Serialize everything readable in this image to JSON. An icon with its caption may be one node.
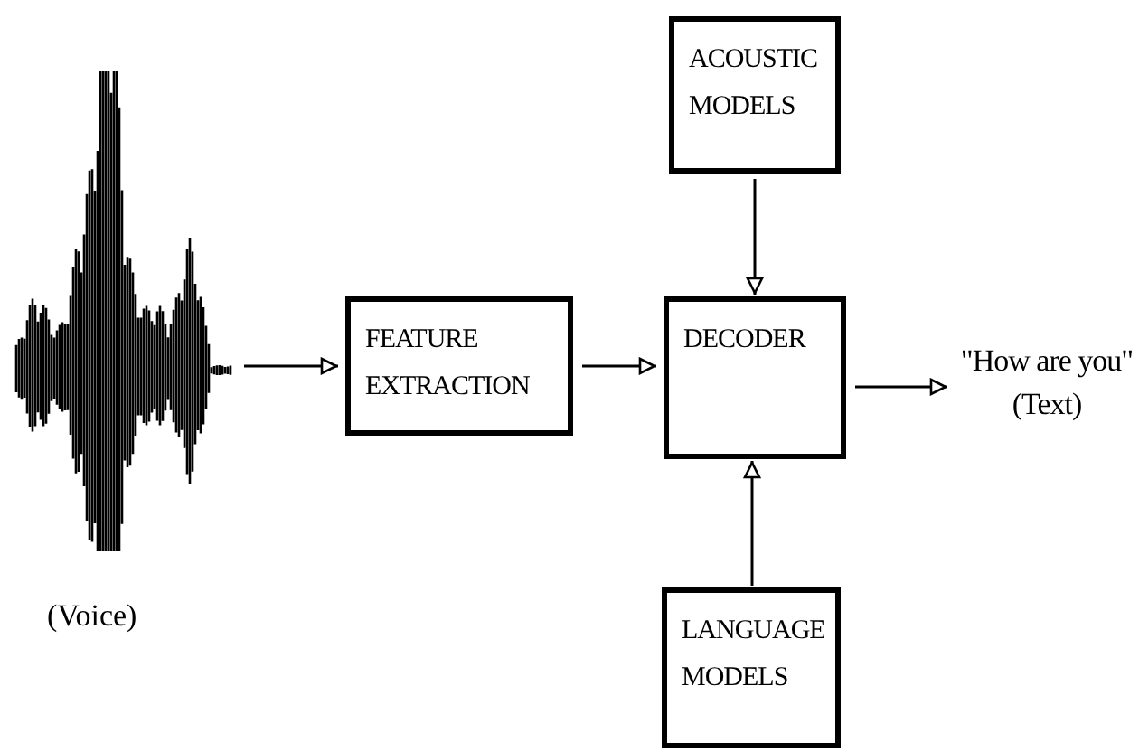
{
  "diagram": {
    "nodes": [
      {
        "text": [],
        "shape": "picture",
        "beside": [
          "(Voice)"
        ]
      },
      {
        "text": [
          "FEATURE EXTRACTION"
        ]
      },
      {
        "text": [
          "ACOUSTIC MODELS"
        ]
      },
      {
        "text": [
          "DECODER"
        ]
      },
      {
        "text": [
          "LANGUAGE MODELS"
        ]
      },
      {
        "text": [
          "\"How are you\"",
          "(Text)"
        ]
      }
    ],
    "edges": [
      {
        "from": 0,
        "to": 1,
        "arrow": "to"
      },
      {
        "from": 1,
        "to": 3,
        "arrow": "to"
      },
      {
        "from": 2,
        "to": 3,
        "arrow": "to"
      },
      {
        "from": 4,
        "to": 3,
        "arrow": "to"
      },
      {
        "from": 3,
        "to": 5,
        "arrow": "to"
      }
    ]
  }
}
